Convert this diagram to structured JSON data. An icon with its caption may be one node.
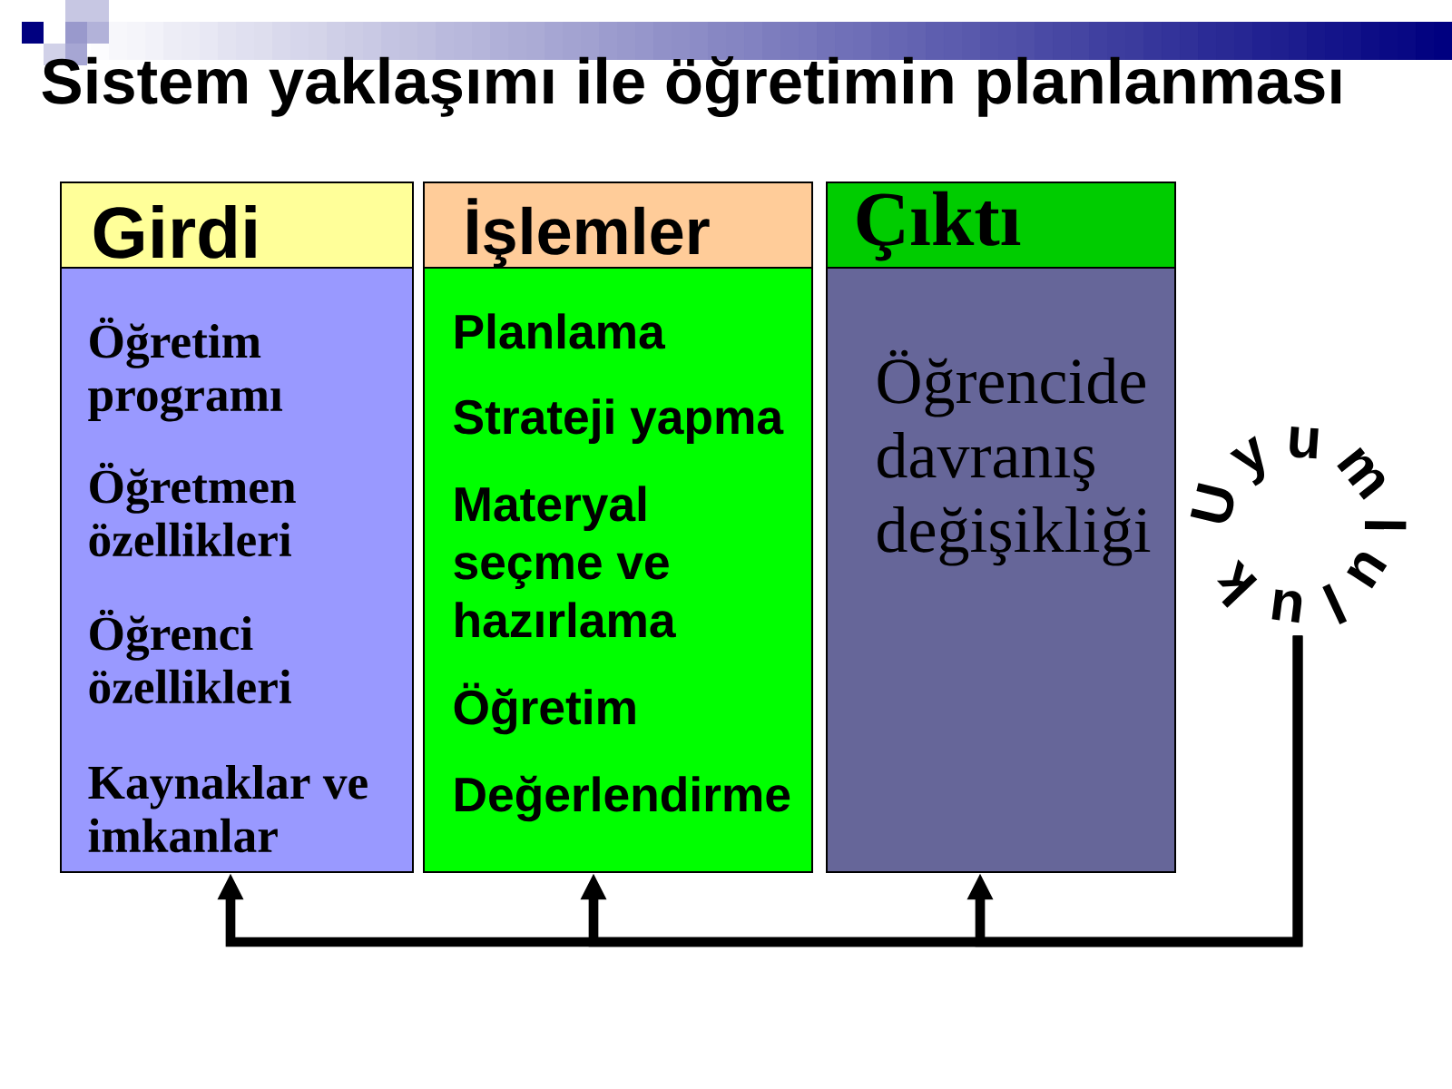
{
  "diagram": {
    "title": "Sistem yaklaşımı ile öğretimin planlanması",
    "nodes": [
      {
        "text": [
          "Girdi",
          "Öğretim programı",
          "Öğretmen özellikleri",
          "Öğrenci özellikleri",
          "Kaynaklar ve imkanlar"
        ]
      },
      {
        "text": [
          "İşlemler",
          "Planlama",
          "Strateji yapma",
          "Materyal seçme ve hazırlama",
          "Öğretim",
          "Değerlendirme"
        ]
      },
      {
        "text": [
          "Çıktı",
          "Öğrencide davranış değişikliği"
        ]
      },
      {
        "text": [
          "Uyumluluk"
        ]
      }
    ],
    "edges": [
      {
        "from": 3,
        "to": 0,
        "arrow": "to"
      },
      {
        "from": 3,
        "to": 1,
        "arrow": "to"
      },
      {
        "from": 3,
        "to": 2,
        "arrow": "to"
      }
    ]
  }
}
